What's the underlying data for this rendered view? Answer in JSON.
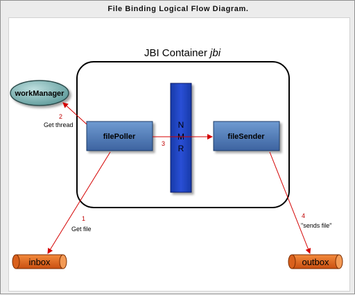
{
  "page_title": "File Binding Logical Flow Diagram.",
  "container": {
    "title_prefix": "JBI Container ",
    "title_name": "jbi"
  },
  "nodes": {
    "workManager": "workManager",
    "filePoller": "filePoller",
    "fileSender": "fileSender",
    "nmr": [
      "N",
      "M",
      "R"
    ],
    "inbox": "inbox",
    "outbox": "outbox"
  },
  "edges": [
    {
      "number": "1",
      "label": "Get file"
    },
    {
      "number": "2",
      "label": "Get thread"
    },
    {
      "number": "3",
      "label": ""
    },
    {
      "number": "4",
      "label": "\"sends file\""
    }
  ],
  "colors": {
    "arrow": "#d40000",
    "box_fill": "#4f7bb6",
    "nmr_fill": "#1c3bbf",
    "cylinder_fill": "#ef6a1e",
    "ellipse_fill": "#7fb2b2"
  }
}
